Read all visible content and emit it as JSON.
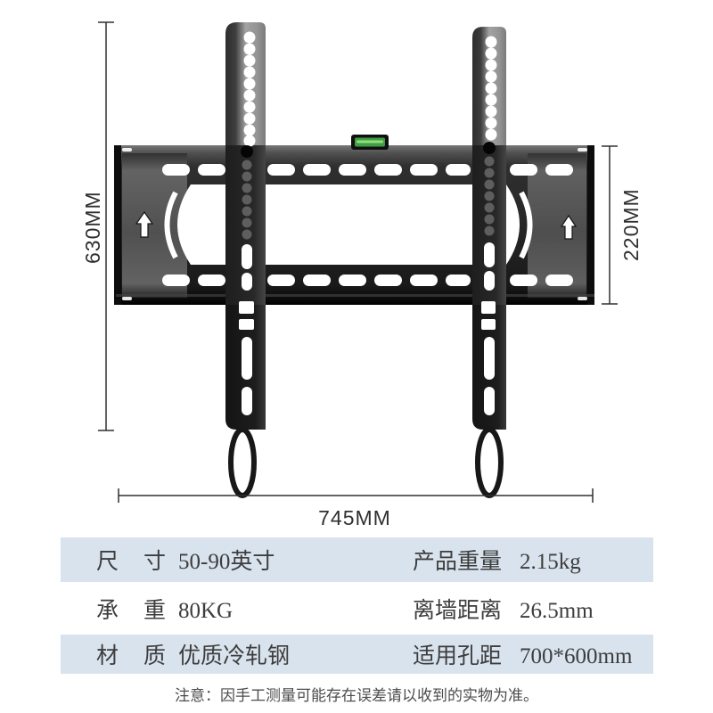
{
  "diagram": {
    "dimensions": {
      "total_height": "630MM",
      "plate_height": "220MM",
      "total_width": "745MM"
    },
    "icons": {
      "up_arrow_left": "up-arrow",
      "up_arrow_right": "up-arrow",
      "bubble_level": "bubble-level"
    }
  },
  "spec_table": {
    "rows": [
      {
        "left_label": "尺寸",
        "left_value": "50-90英寸",
        "right_label": "产品重量",
        "right_value": "2.15kg"
      },
      {
        "left_label": "承重",
        "left_value": "80KG",
        "right_label": "离墙距离",
        "right_value": "26.5mm"
      },
      {
        "left_label": "材质",
        "left_value": "优质冷轧钢",
        "right_label": "适用孔距",
        "right_value": "700*600mm"
      }
    ]
  },
  "note": "注意：因手工测量可能存在误差请以收到的实物为准。",
  "colors": {
    "row_alt": "#d9e3ee",
    "table_text": "#3d3d3d",
    "note_text": "#4c4c4c",
    "dim_line": "#303030",
    "level_green": "#3f9e46",
    "level_glow": "#90e07a",
    "bracket_black": "#1c1c1c"
  }
}
